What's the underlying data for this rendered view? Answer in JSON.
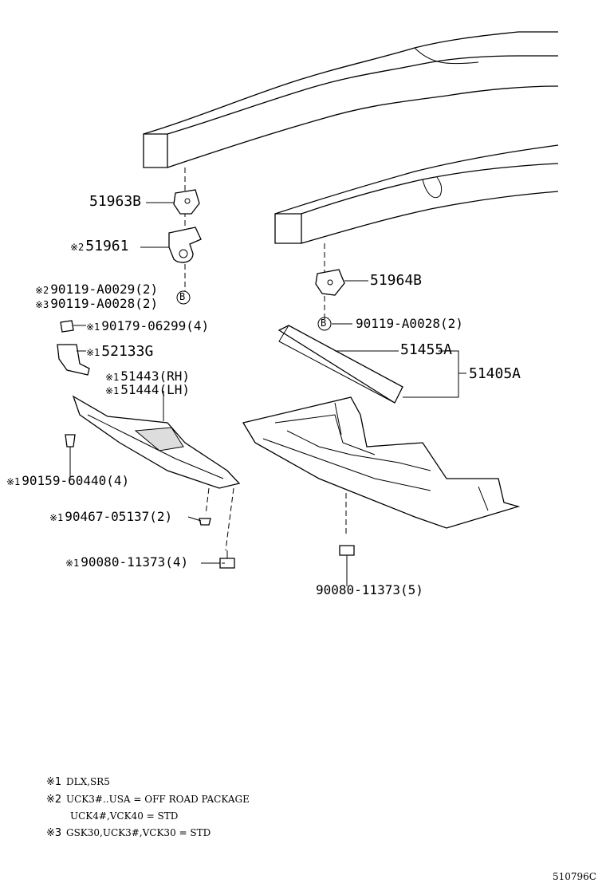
{
  "labels": {
    "p51963B": "51963B",
    "p51961": "51961",
    "p90119_A0029": "90119-A0029(2)",
    "p90119_A0028_left": "90119-A0028(2)",
    "p90179": "90179-06299(4)",
    "p52133G": "52133G",
    "p51443": "51443(RH)",
    "p51444": "51444(LH)",
    "p90159": "90159-60440(4)",
    "p90467": "90467-05137(2)",
    "p90080_left": "90080-11373(4)",
    "p51964B": "51964B",
    "p90119_A0028_right": "90119-A0028(2)",
    "p51455A": "51455A",
    "p51405A": "51405A",
    "p90080_right": "90080-11373(5)"
  },
  "marks": {
    "m1": "※1",
    "m2": "※2",
    "m3": "※3"
  },
  "callout_letter": "B",
  "legend": [
    {
      "mark": "※1",
      "text": "DLX,SR5"
    },
    {
      "mark": "※2",
      "text": "UCK3#..USA = OFF ROAD PACKAGE"
    },
    {
      "mark": "",
      "text": "UCK4#,VCK40 = STD"
    },
    {
      "mark": "※3",
      "text": "GSK30,UCK3#,VCK30 = STD"
    }
  ],
  "reference": "510796C"
}
